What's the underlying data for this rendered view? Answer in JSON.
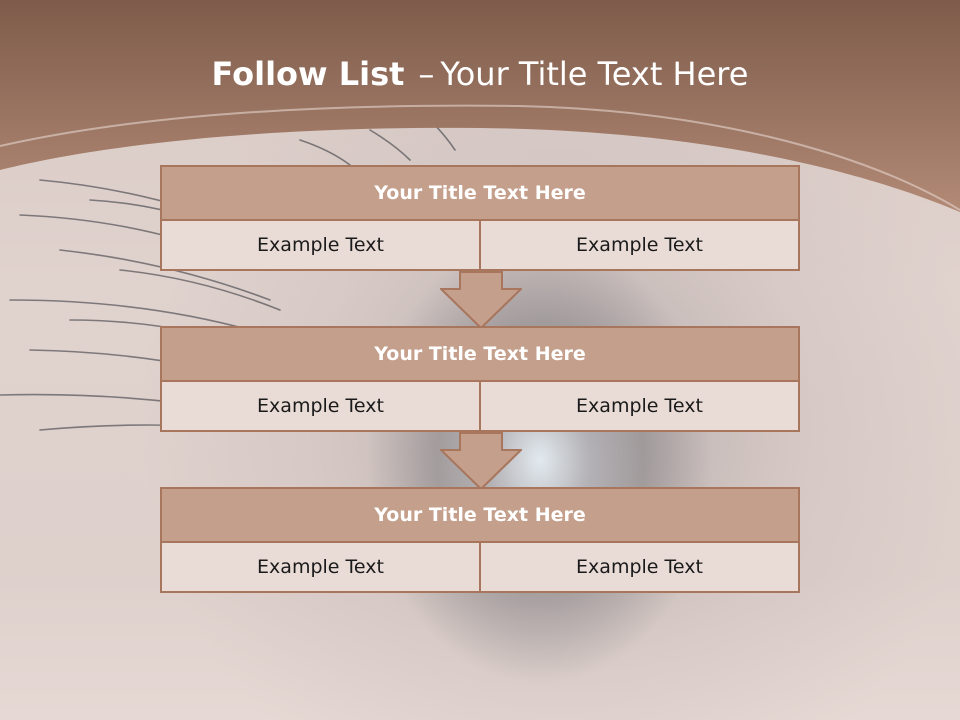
{
  "slide": {
    "title_bold": "Follow List",
    "title_dash": "–",
    "title_rest": "Your Title Text Here"
  },
  "blocks": [
    {
      "title": "Your Title Text Here",
      "left": "Example Text",
      "right": "Example Text"
    },
    {
      "title": "Your Title Text Here",
      "left": "Example Text",
      "right": "Example Text"
    },
    {
      "title": "Your Title Text Here",
      "left": "Example Text",
      "right": "Example Text"
    }
  ],
  "colors": {
    "header_band": "#9a6e58",
    "block_header": "#c49f8b",
    "block_border": "#a8755d",
    "block_cell": "#e9dcd7",
    "arrow_fill": "#c49f8b"
  }
}
